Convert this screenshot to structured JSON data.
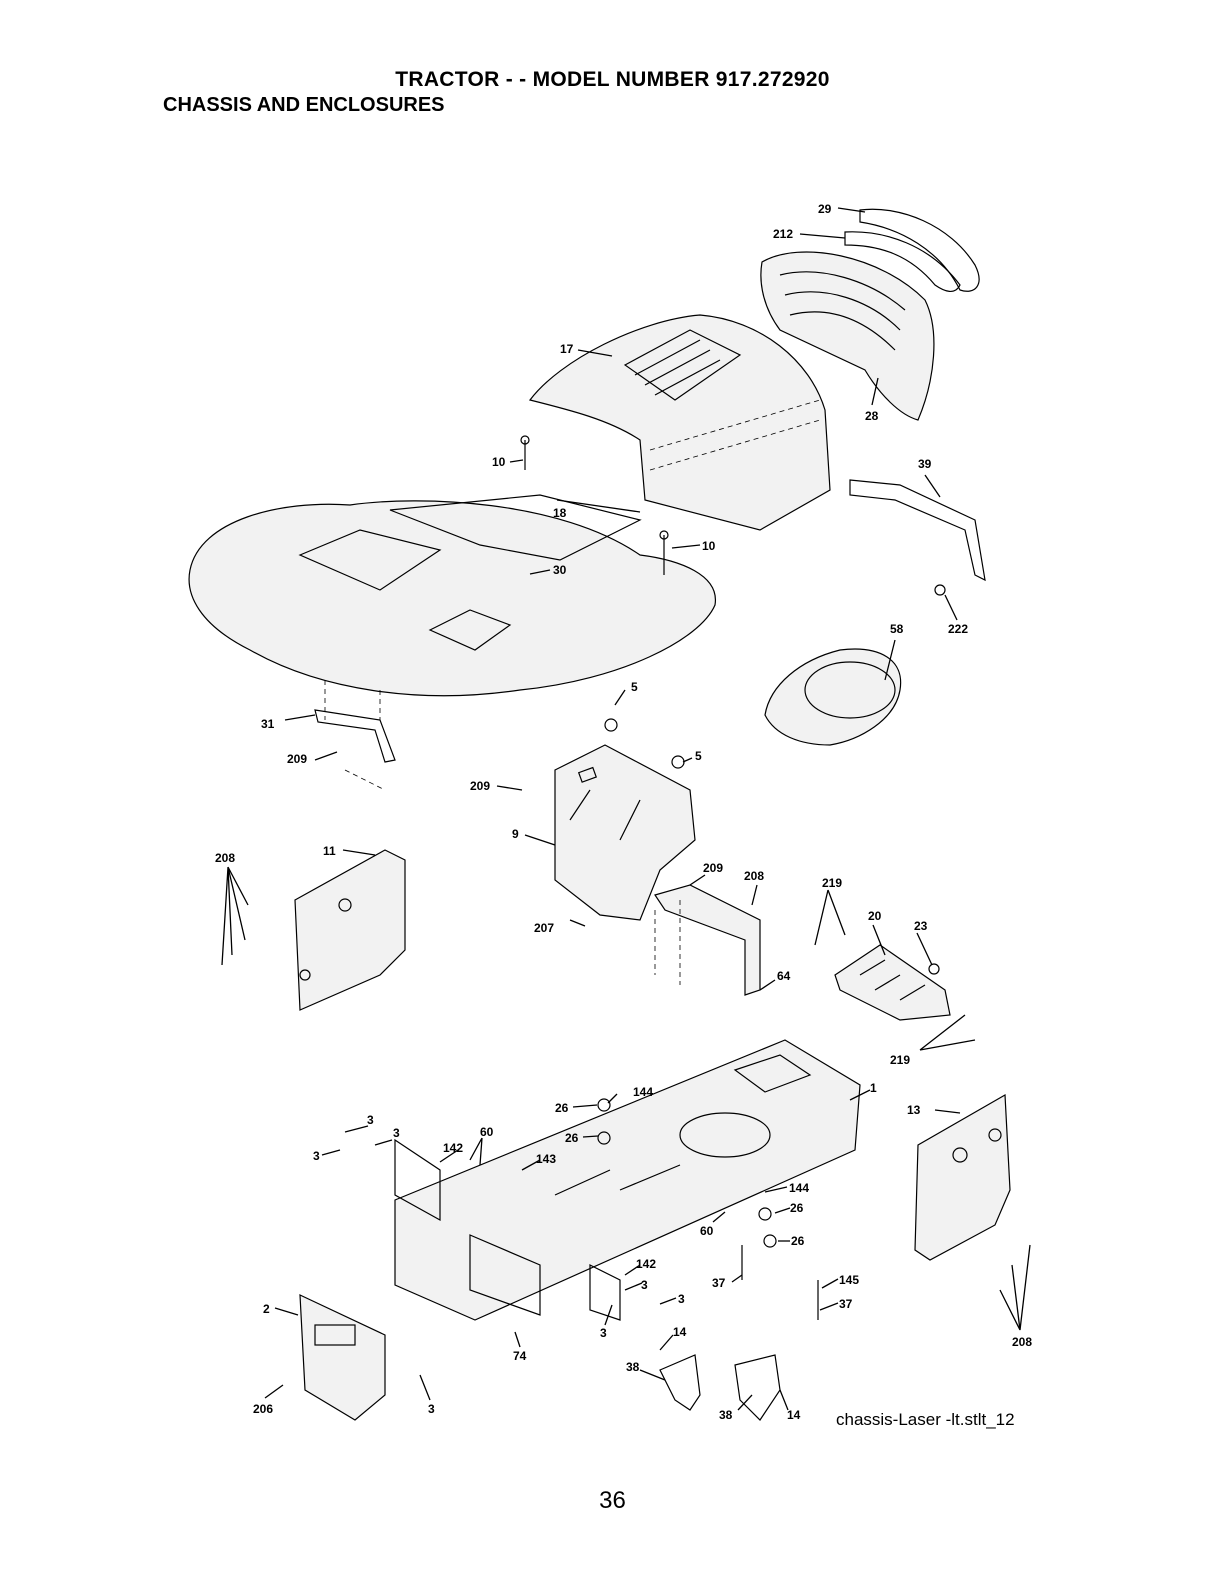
{
  "header": {
    "title": "TRACTOR - - MODEL NUMBER 917.272920",
    "subtitle": "CHASSIS AND ENCLOSURES"
  },
  "diagram": {
    "reference": "chassis-Laser -lt.stlt_12",
    "callouts": [
      {
        "id": "c-29",
        "text": "29"
      },
      {
        "id": "c-212",
        "text": "212"
      },
      {
        "id": "c-17",
        "text": "17"
      },
      {
        "id": "c-28",
        "text": "28"
      },
      {
        "id": "c-10a",
        "text": "10"
      },
      {
        "id": "c-18",
        "text": "18"
      },
      {
        "id": "c-10b",
        "text": "10"
      },
      {
        "id": "c-30",
        "text": "30"
      },
      {
        "id": "c-39",
        "text": "39"
      },
      {
        "id": "c-58",
        "text": "58"
      },
      {
        "id": "c-222",
        "text": "222"
      },
      {
        "id": "c-31",
        "text": "31"
      },
      {
        "id": "c-209a",
        "text": "209"
      },
      {
        "id": "c-5a",
        "text": "5"
      },
      {
        "id": "c-5b",
        "text": "5"
      },
      {
        "id": "c-209b",
        "text": "209"
      },
      {
        "id": "c-9",
        "text": "9"
      },
      {
        "id": "c-208a",
        "text": "208"
      },
      {
        "id": "c-11",
        "text": "11"
      },
      {
        "id": "c-209c",
        "text": "209"
      },
      {
        "id": "c-208b",
        "text": "208"
      },
      {
        "id": "c-219a",
        "text": "219"
      },
      {
        "id": "c-20",
        "text": "20"
      },
      {
        "id": "c-23",
        "text": "23"
      },
      {
        "id": "c-207",
        "text": "207"
      },
      {
        "id": "c-64",
        "text": "64"
      },
      {
        "id": "c-219b",
        "text": "219"
      },
      {
        "id": "c-1",
        "text": "1"
      },
      {
        "id": "c-144a",
        "text": "144"
      },
      {
        "id": "c-26a",
        "text": "26"
      },
      {
        "id": "c-13",
        "text": "13"
      },
      {
        "id": "c-3a",
        "text": "3"
      },
      {
        "id": "c-3b",
        "text": "3"
      },
      {
        "id": "c-3c",
        "text": "3"
      },
      {
        "id": "c-142a",
        "text": "142"
      },
      {
        "id": "c-60a",
        "text": "60"
      },
      {
        "id": "c-26b",
        "text": "26"
      },
      {
        "id": "c-143",
        "text": "143"
      },
      {
        "id": "c-144b",
        "text": "144"
      },
      {
        "id": "c-26c",
        "text": "26"
      },
      {
        "id": "c-60b",
        "text": "60"
      },
      {
        "id": "c-26d",
        "text": "26"
      },
      {
        "id": "c-142b",
        "text": "142"
      },
      {
        "id": "c-3d",
        "text": "3"
      },
      {
        "id": "c-37a",
        "text": "37"
      },
      {
        "id": "c-145",
        "text": "145"
      },
      {
        "id": "c-3e",
        "text": "3"
      },
      {
        "id": "c-37b",
        "text": "37"
      },
      {
        "id": "c-2",
        "text": "2"
      },
      {
        "id": "c-3f",
        "text": "3"
      },
      {
        "id": "c-74",
        "text": "74"
      },
      {
        "id": "c-14a",
        "text": "14"
      },
      {
        "id": "c-208c",
        "text": "208"
      },
      {
        "id": "c-38a",
        "text": "38"
      },
      {
        "id": "c-206",
        "text": "206"
      },
      {
        "id": "c-3g",
        "text": "3"
      },
      {
        "id": "c-38b",
        "text": "38"
      },
      {
        "id": "c-14b",
        "text": "14"
      }
    ]
  },
  "footer": {
    "page_number": "36"
  }
}
